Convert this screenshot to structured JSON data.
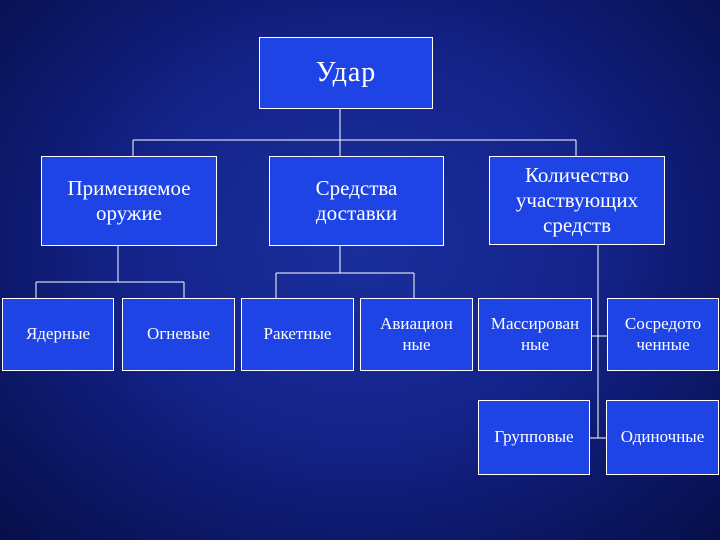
{
  "diagram": {
    "root": {
      "label": "Удар"
    },
    "level1": {
      "weapon": {
        "label": "Применяемое\nоружие"
      },
      "delivery": {
        "label": "Средства\nдоставки"
      },
      "quantity": {
        "label": "Количество\nучаствующих\nсредств"
      }
    },
    "level2": {
      "nuclear": {
        "label": "Ядерные"
      },
      "fire": {
        "label": "Огневые"
      },
      "missile": {
        "label": "Ракетные"
      },
      "aviation": {
        "label": "Авиацион\nные"
      },
      "massed": {
        "label": "Массирован\nные"
      },
      "concentrated": {
        "label": "Сосредото\nченные"
      },
      "group": {
        "label": "Групповые"
      },
      "single": {
        "label": "Одиночные"
      }
    }
  },
  "colors": {
    "background": "#14238a",
    "node_fill": "#1e44e6",
    "node_border": "#ffffff",
    "text": "#ffffff"
  }
}
